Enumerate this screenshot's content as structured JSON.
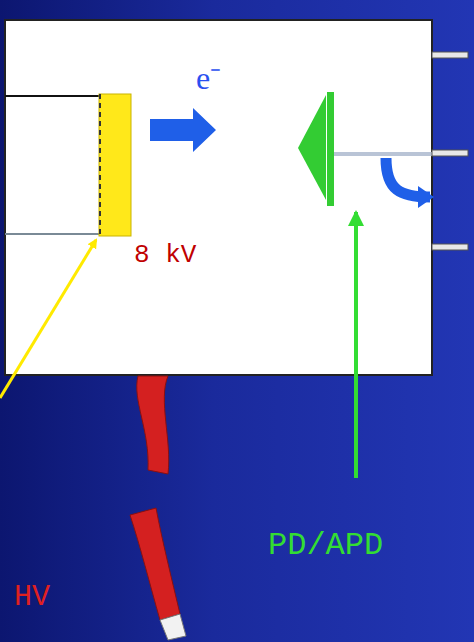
{
  "diagram": {
    "labels": [
      "e⁻",
      "8 kV",
      "PD/APD",
      "HV"
    ]
  }
}
